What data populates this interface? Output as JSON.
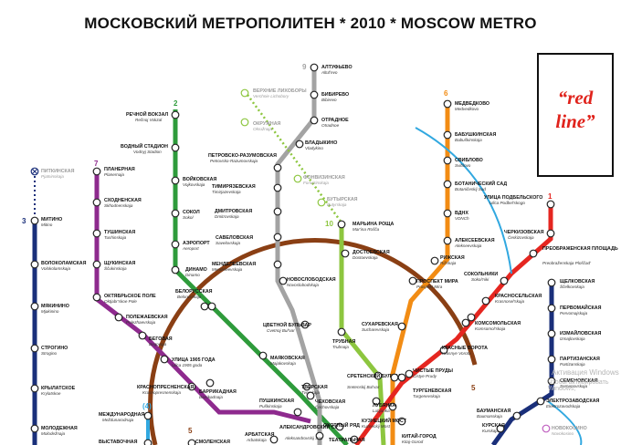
{
  "title": "МОСКОВСКИЙ МЕТРОПОЛИТЕН  *  2010  *  MOSCOW METRO",
  "callout": {
    "text_line1": "“red",
    "text_line2": "line”"
  },
  "watermark": {
    "line1": "Активация Windows",
    "line2": "Чтобы активировать Windows,"
  },
  "colors": {
    "line1": "#e52620",
    "line2": "#2e9b3b",
    "line3": "#1a2f7a",
    "line4": "#31a8e0",
    "line5": "#8a3f14",
    "line6": "#f28c14",
    "line7": "#8e2a8e",
    "line9": "#a3a3a3",
    "line10": "#8dc63f",
    "callout_text": "#e0231c"
  },
  "line_numbers": [
    {
      "id": "2",
      "label": "2"
    },
    {
      "id": "3",
      "label": "3"
    },
    {
      "id": "7",
      "label": "7"
    },
    {
      "id": "9",
      "label": "9"
    },
    {
      "id": "6",
      "label": "6"
    },
    {
      "id": "1",
      "label": "1"
    },
    {
      "id": "10",
      "label": "10"
    },
    {
      "id": "5a",
      "label": "5"
    },
    {
      "id": "5b",
      "label": "5"
    },
    {
      "id": "4",
      "label": "(4)"
    }
  ],
  "stations": [
    {
      "id": "s1",
      "ru": "ПЛАНЕРНАЯ",
      "lat": "Planernaja"
    },
    {
      "id": "s2",
      "ru": "СХОДНЕНСКАЯ",
      "lat": "Skhodnenskaja"
    },
    {
      "id": "s3",
      "ru": "ТУШИНСКАЯ",
      "lat": "Tushinskaja"
    },
    {
      "id": "s4",
      "ru": "ЩУКИНСКАЯ",
      "lat": "Ščukinskaja"
    },
    {
      "id": "s5",
      "ru": "ОКТЯБРЬСКОЕ ПОЛЕ",
      "lat": "Oktjabr'skoe Pole"
    },
    {
      "id": "s6",
      "ru": "ПОЛЕЖАЕВСКАЯ",
      "lat": "Polezhaevskaja"
    },
    {
      "id": "s7",
      "ru": "БЕГОВАЯ",
      "lat": "Begovaja"
    },
    {
      "id": "s8",
      "ru": "УЛИЦА 1905 ГОДА",
      "lat": "Ulica 1905 goda"
    },
    {
      "id": "s9",
      "ru": "БАРРИКАДНАЯ",
      "lat": "Barrikadnaja"
    },
    {
      "id": "s10",
      "ru": "ПУШКИНСКАЯ",
      "lat": "Puškinskaja"
    },
    {
      "id": "s11",
      "ru": "КУЗНЕЦКИЙ МОСТ",
      "lat": "Kuzneckij Most"
    },
    {
      "id": "s12",
      "ru": "ПИТКИНСКАЯ",
      "lat": "Pjatninskaja"
    },
    {
      "id": "s13",
      "ru": "МИТИНО",
      "lat": "Mitino"
    },
    {
      "id": "s14",
      "ru": "ВОЛОКОЛАМСКАЯ",
      "lat": "Volokolamskaja"
    },
    {
      "id": "s15",
      "ru": "МЯКИНИНО",
      "lat": "Mjakinino"
    },
    {
      "id": "s16",
      "ru": "СТРОГИНО",
      "lat": "Strogino"
    },
    {
      "id": "s17",
      "ru": "КРЫЛАТСКОЕ",
      "lat": "Krylatskoe"
    },
    {
      "id": "s18",
      "ru": "МОЛОДЕЖНАЯ",
      "lat": "Molodežnaja"
    },
    {
      "id": "s19",
      "ru": "РЕЧНОЙ ВОКЗАЛ",
      "lat": "Rečnoj Vokzal"
    },
    {
      "id": "s20",
      "ru": "ВОДНЫЙ СТАДИОН",
      "lat": "Vodnyj Stadion"
    },
    {
      "id": "s21",
      "ru": "ВОЙКОВСКАЯ",
      "lat": "Vojkovskaja"
    },
    {
      "id": "s22",
      "ru": "СОКОЛ",
      "lat": "Sokol"
    },
    {
      "id": "s23",
      "ru": "АЭРОПОРТ",
      "lat": "Aeroport"
    },
    {
      "id": "s24",
      "ru": "ДИНАМО",
      "lat": "Dinamo"
    },
    {
      "id": "s25",
      "ru": "БЕЛОРУССКАЯ",
      "lat": "Belorusskaja"
    },
    {
      "id": "s26",
      "ru": "МАЯКОВСКАЯ",
      "lat": "Majakovskaja"
    },
    {
      "id": "s27",
      "ru": "ТВЕРСКАЯ",
      "lat": "Tverskaja"
    },
    {
      "id": "s28",
      "ru": "ЧЕХОВСКАЯ",
      "lat": "Čechovskaja"
    },
    {
      "id": "s29",
      "ru": "АЛТУФЬЕВО",
      "lat": "Altuf'evo"
    },
    {
      "id": "s30",
      "ru": "БИБИРЕВО",
      "lat": "Bibirevo"
    },
    {
      "id": "s31",
      "ru": "ОТРАДНОЕ",
      "lat": "Otradnoe"
    },
    {
      "id": "s32",
      "ru": "ВЛАДЫКИНО",
      "lat": "Vladykino"
    },
    {
      "id": "s33",
      "ru": "ПЕТРОВСКО-РАЗУМОВСКАЯ",
      "lat": "Petrovsko-Razumovskaja"
    },
    {
      "id": "s34",
      "ru": "ТИМИРЯЗЕВСКАЯ",
      "lat": "Timirjazevskaja"
    },
    {
      "id": "s35",
      "ru": "ДМИТРОВСКАЯ",
      "lat": "Dmitrovskaja"
    },
    {
      "id": "s36",
      "ru": "САВЕЛОВСКАЯ",
      "lat": "Savelovskaja"
    },
    {
      "id": "s37",
      "ru": "МЕНДЕЛЕЕВСКАЯ",
      "lat": "Mendeleevskaja"
    },
    {
      "id": "s38",
      "ru": "НОВОСЛОБОДСКАЯ",
      "lat": "Novoslobodskaja"
    },
    {
      "id": "s39",
      "ru": "ЦВЕТНОЙ БУЛЬВАР",
      "lat": "Cvetnoj Bul'var"
    },
    {
      "id": "s40",
      "ru": "ВЕРХНИЕ ЛИХОБОРЫ",
      "lat": "Verchnie Lichobory"
    },
    {
      "id": "s41",
      "ru": "ОКРУЖНАЯ",
      "lat": "Okružnaja"
    },
    {
      "id": "s42",
      "ru": "ФОНВИЗИНСКАЯ",
      "lat": "Fonvizinskaja"
    },
    {
      "id": "s43",
      "ru": "БУТЫРСКАЯ",
      "lat": "Butyrskaja"
    },
    {
      "id": "s44",
      "ru": "МАРЬИНА РОЩА",
      "lat": "Mar'ina Rošča"
    },
    {
      "id": "s45",
      "ru": "ДОСТОЕВСКАЯ",
      "lat": "Dostoevskaja"
    },
    {
      "id": "s46",
      "ru": "ТРУБНАЯ",
      "lat": "Trubnaja"
    },
    {
      "id": "s47",
      "ru": "СРЕТЕНСКИЙ БУЛЬВАР",
      "lat": "Sretenskij Bul'var"
    },
    {
      "id": "s48",
      "ru": "МЕДВЕДКОВО",
      "lat": "Medvedkovo"
    },
    {
      "id": "s49",
      "ru": "БАБУШКИНСКАЯ",
      "lat": "Babuškinskaja"
    },
    {
      "id": "s50",
      "ru": "СВИБЛОВО",
      "lat": "Sviblovo"
    },
    {
      "id": "s51",
      "ru": "БОТАНИЧЕСКИЙ САД",
      "lat": "Botaničeskij Sad"
    },
    {
      "id": "s52",
      "ru": "ВДНХ",
      "lat": "VDNCh"
    },
    {
      "id": "s53",
      "ru": "АЛЕКСЕЕВСКАЯ",
      "lat": "Alekseevskaja"
    },
    {
      "id": "s54",
      "ru": "РИЖСКАЯ",
      "lat": "Rižskaja"
    },
    {
      "id": "s55",
      "ru": "ПРОСПЕКТ МИРА",
      "lat": "Prospekt Mira"
    },
    {
      "id": "s56",
      "ru": "СУХАРЕВСКАЯ",
      "lat": "Sucharevskaja"
    },
    {
      "id": "s57",
      "ru": "ТУРГЕНЕВСКАЯ",
      "lat": "Turgenevskaja"
    },
    {
      "id": "s58",
      "ru": "КИТАЙ-ГОРОД",
      "lat": "Kitaj-Gorod"
    },
    {
      "id": "s59",
      "ru": "УЛИЦА ПОДБЕЛЬСКОГО",
      "lat": "Ulica Podbel'skogo"
    },
    {
      "id": "s60",
      "ru": "ЧЕРКИЗОВСКАЯ",
      "lat": "Čerkizovskaja"
    },
    {
      "id": "s61",
      "ru": "ПРЕОБРАЖЕНСКАЯ ПЛОЩАДЬ",
      "lat": "Preobraženskaja Ploščad'"
    },
    {
      "id": "s62",
      "ru": "СОКОЛЬНИКИ",
      "lat": "Sokol'niki"
    },
    {
      "id": "s63",
      "ru": "КРАСНОСЕЛЬСКАЯ",
      "lat": "Krasnosel'skaja"
    },
    {
      "id": "s64",
      "ru": "КОМСОМОЛЬСКАЯ",
      "lat": "Komsomol'skaja"
    },
    {
      "id": "s65",
      "ru": "КРАСНЫЕ ВОРОТА",
      "lat": "Krasnye Vorota"
    },
    {
      "id": "s66",
      "ru": "ЧИСТЫЕ ПРУДЫ",
      "lat": "Čistye Prudy"
    },
    {
      "id": "s67",
      "ru": "ЛУБЯНКА",
      "lat": "Lubjanka"
    },
    {
      "id": "s68",
      "ru": "ЩЕЛКОВСКАЯ",
      "lat": "Ščelkovskaja"
    },
    {
      "id": "s69",
      "ru": "ПЕРВОМАЙСКАЯ",
      "lat": "Pervomajskaja"
    },
    {
      "id": "s70",
      "ru": "ИЗМАЙЛОВСКАЯ",
      "lat": "Izmajlovskaja"
    },
    {
      "id": "s71",
      "ru": "ПАРТИЗАНСКАЯ",
      "lat": "Partizanskaja"
    },
    {
      "id": "s72",
      "ru": "СЕМЕНОВСКАЯ",
      "lat": "Semenovskaja"
    },
    {
      "id": "s73",
      "ru": "ЭЛЕКТРОЗАВОДСКАЯ",
      "lat": "Elektrozavodskaja"
    },
    {
      "id": "s74",
      "ru": "БАУМАНСКАЯ",
      "lat": "Baumanskaja"
    },
    {
      "id": "s75",
      "ru": "КУРСКАЯ",
      "lat": "Kurskaja"
    },
    {
      "id": "s76",
      "ru": "НОВОКОСИНО",
      "lat": "Novokosino"
    },
    {
      "id": "s77",
      "ru": "КРАСНОПРЕСНЕНСКАЯ",
      "lat": "Krasnopresnenskaja"
    },
    {
      "id": "s78",
      "ru": "МЕЖДУНАРОДНАЯ",
      "lat": "Meždunarodnaja"
    },
    {
      "id": "s79",
      "ru": "ВЫСТАВОЧНАЯ",
      "lat": ""
    },
    {
      "id": "s80",
      "ru": "СМОЛЕНСКАЯ",
      "lat": ""
    },
    {
      "id": "s81",
      "ru": "АРБАТСКАЯ",
      "lat": "Arbatskaja"
    },
    {
      "id": "s82",
      "ru": "АЛЕКСАНДРОВСКИЙ САД",
      "lat": "Aleksandrovskij Sad"
    },
    {
      "id": "s83",
      "ru": "ТЕАТРАЛЬНАЯ",
      "lat": ""
    },
    {
      "id": "s84",
      "ru": "ОХОТНЫЙ РЯД",
      "lat": ""
    }
  ]
}
